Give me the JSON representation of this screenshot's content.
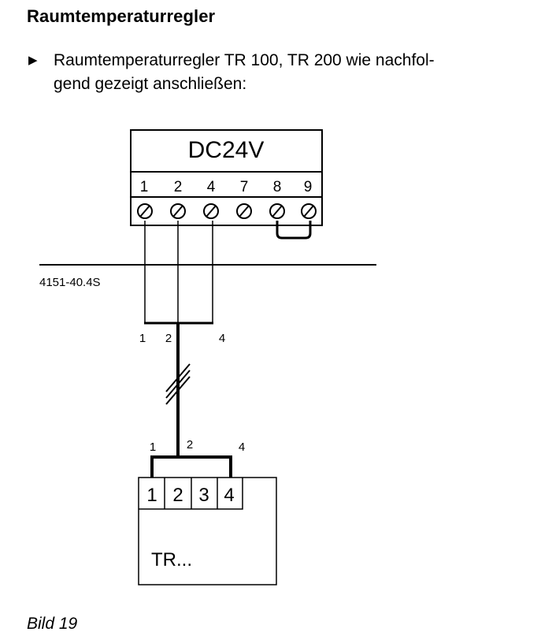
{
  "heading": "Raumtemperaturregler",
  "instruction": {
    "line1": "Raumtemperaturregler TR 100, TR 200 wie nachfol-",
    "line2": "gend gezeigt anschließen:"
  },
  "diagram": {
    "supply_label": "DC24V",
    "terminals": [
      "1",
      "2",
      "4",
      "7",
      "8",
      "9"
    ],
    "module_label": "4151-40.4S",
    "cable_top_labels": [
      "1",
      "2",
      "4"
    ],
    "cable_bottom_labels": [
      "1",
      "2",
      "4"
    ],
    "controller_terminals": [
      "1",
      "2",
      "3",
      "4"
    ],
    "controller_label": "TR..."
  },
  "caption": "Bild 19"
}
